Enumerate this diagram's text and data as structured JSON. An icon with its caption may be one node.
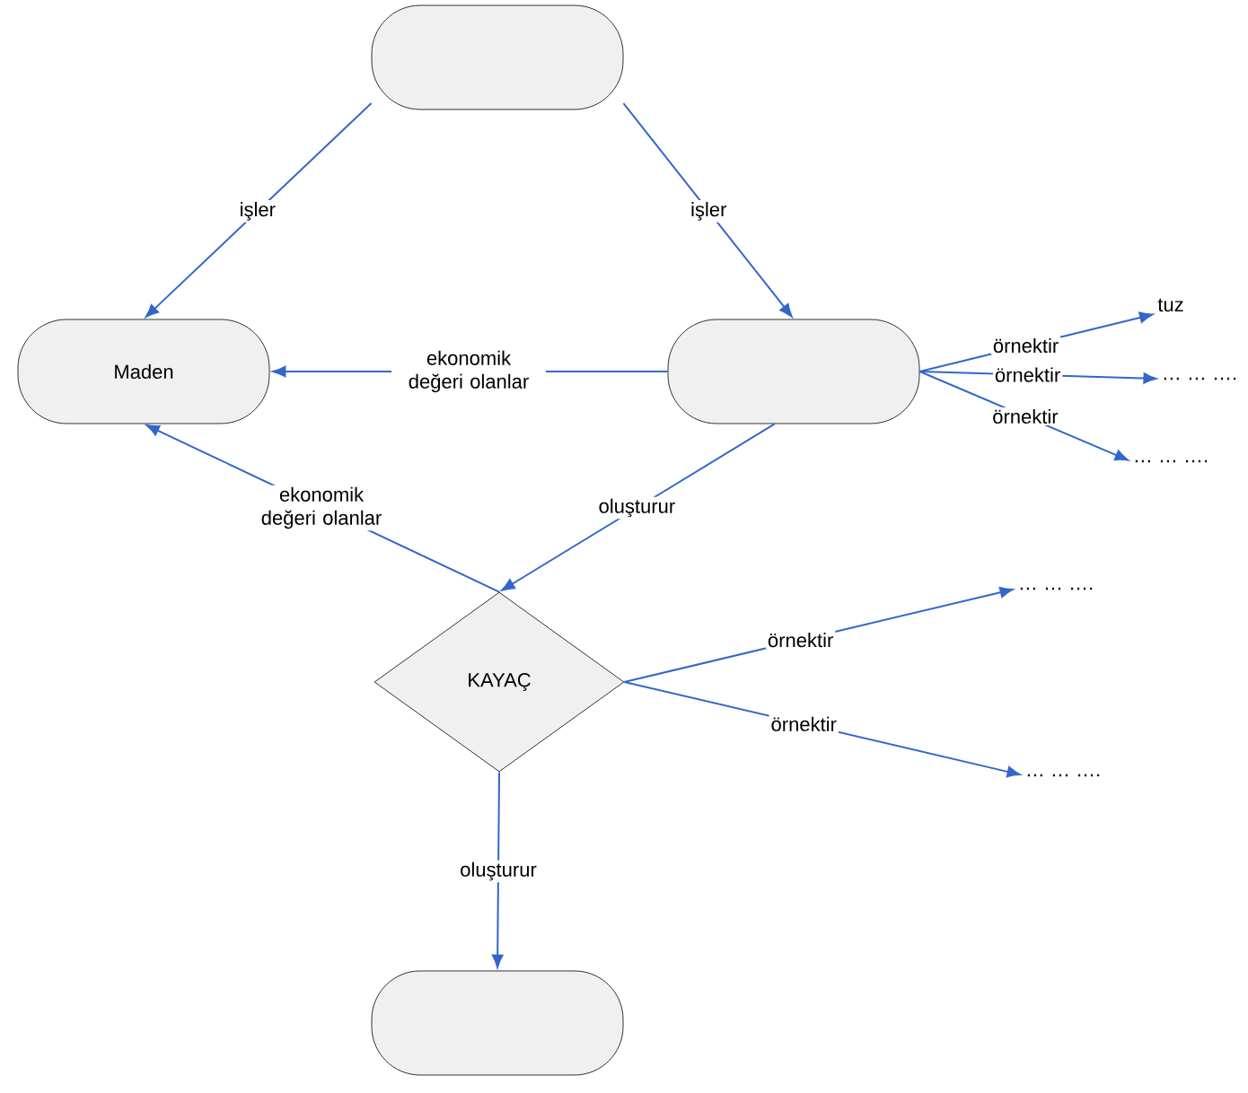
{
  "diagram": {
    "nodes": [
      {
        "text": [],
        "shape": "box"
      },
      {
        "text": [
          "Maden"
        ]
      },
      {
        "text": [],
        "shape": "box"
      },
      {
        "text": [
          "tuz"
        ]
      },
      {
        "text": [
          "… … …."
        ]
      },
      {
        "text": [
          "… … …."
        ]
      },
      {
        "text": [
          "KAYAÇ"
        ]
      },
      {
        "text": [
          "… … …."
        ]
      },
      {
        "text": [
          "… … …."
        ]
      },
      {
        "text": [],
        "shape": "box"
      }
    ],
    "edges": [
      {
        "from": 0,
        "to": 1,
        "arrow": "to",
        "label": "işler"
      },
      {
        "from": 0,
        "to": 2,
        "arrow": "to",
        "label": "işler"
      },
      {
        "from": 2,
        "to": 1,
        "arrow": "to",
        "label": "ekonomik değeri olanlar"
      },
      {
        "from": 6,
        "to": 1,
        "arrow": "to",
        "label": "ekonomik değeri olanlar"
      },
      {
        "from": 2,
        "to": 6,
        "arrow": "to",
        "label": "oluşturur"
      },
      {
        "from": 2,
        "to": 3,
        "arrow": "to",
        "label": "örnektir"
      },
      {
        "from": 2,
        "to": 4,
        "arrow": "to",
        "label": "örnektir"
      },
      {
        "from": 2,
        "to": 5,
        "arrow": "to",
        "label": "örnektir"
      },
      {
        "from": 6,
        "to": 7,
        "arrow": "to",
        "label": "örnektir"
      },
      {
        "from": 6,
        "to": 8,
        "arrow": "to",
        "label": "örnektir"
      },
      {
        "from": 6,
        "to": 9,
        "arrow": "to",
        "label": "oluşturur"
      }
    ]
  }
}
